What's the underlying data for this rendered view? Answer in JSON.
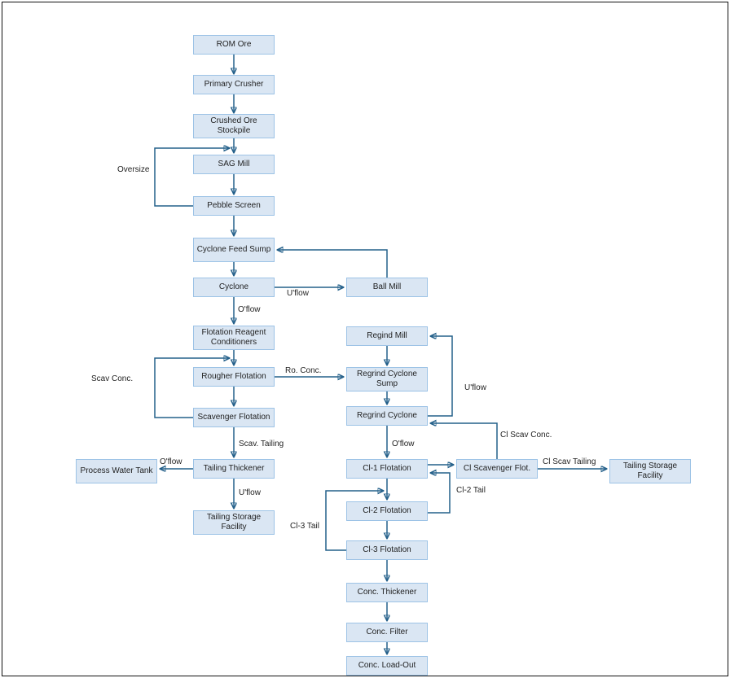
{
  "colors": {
    "node_fill": "#dae6f3",
    "node_border": "#9dc3e6",
    "arrow": "#24608a",
    "text": "#1f1f1f"
  },
  "nodes": {
    "rom_ore": "ROM Ore",
    "primary_crusher": "Primary Crusher",
    "crushed_ore_stockpile": "Crushed Ore Stockpile",
    "sag_mill": "SAG Mill",
    "pebble_screen": "Pebble Screen",
    "cyclone_feed_sump": "Cyclone Feed Sump",
    "cyclone": "Cyclone",
    "ball_mill": "Ball Mill",
    "flotation_reagent_conditioners": "Flotation Reagent Conditioners",
    "rougher_flotation": "Rougher Flotation",
    "scavenger_flotation": "Scavenger Flotation",
    "tailing_thickener": "Tailing Thickener",
    "process_water_tank": "Process Water Tank",
    "tailing_storage_facility_left": "Tailing Storage Facility",
    "regrind_mill": "Regind Mill",
    "regrind_cyclone_sump": "Regrind Cyclone Sump",
    "regrind_cyclone": "Regrind Cyclone",
    "cl1_flotation": "Cl-1 Flotation",
    "cl_scavenger_flot": "Cl Scavenger Flot.",
    "tailing_storage_facility_right": "Tailing Storage Facility",
    "cl2_flotation": "Cl-2 Flotation",
    "cl3_flotation": "Cl-3 Flotation",
    "conc_thickener": "Conc. Thickener",
    "conc_filter": "Conc. Filter",
    "conc_load_out": "Conc. Load-Out"
  },
  "edge_labels": {
    "oversize": "Oversize",
    "uflow_ball_mill": "U'flow",
    "oflow_conditioners": "O'flow",
    "scav_conc": "Scav Conc.",
    "ro_conc": "Ro. Conc.",
    "uflow_regrind_mill": "U'flow",
    "scav_tailing": "Scav. Tailing",
    "oflow_process_water": "O'flow",
    "uflow_tailing_storage": "U'flow",
    "oflow_cl1": "O'flow",
    "cl_scav_conc": "Cl Scav Conc.",
    "cl_scav_tailing": "Cl Scav Tailing",
    "cl2_tail": "Cl-2 Tail",
    "cl3_tail": "Cl-3 Tail"
  }
}
